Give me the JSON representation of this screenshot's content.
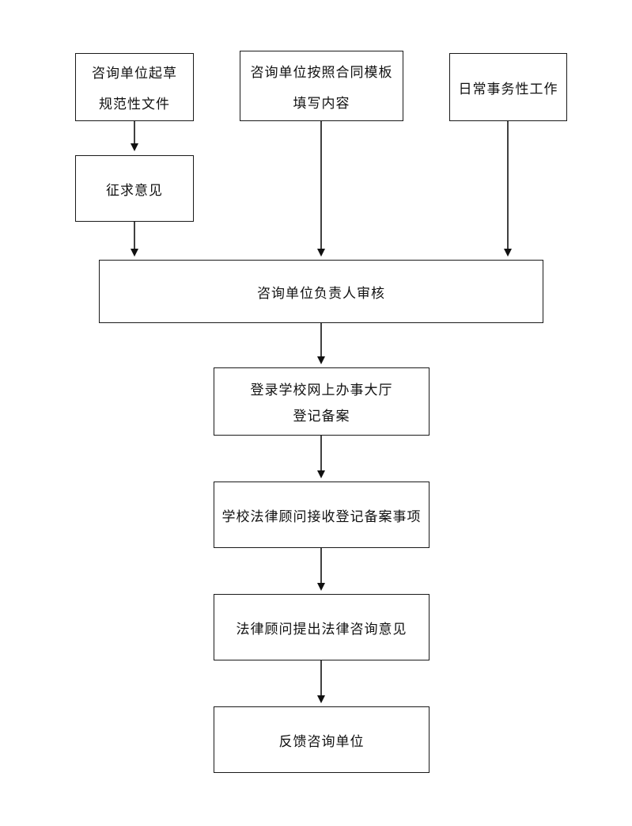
{
  "nodes": {
    "draft_docs": [
      "咨询单位起草",
      "规范性文件"
    ],
    "fill_template": [
      "咨询单位按照合同模板",
      "填写内容"
    ],
    "daily_work": [
      "日常事务性工作"
    ],
    "solicit_opinions": [
      "征求意见"
    ],
    "head_review": [
      "咨询单位负责人审核"
    ],
    "register_online": [
      "登录学校网上办事大厅",
      "登记备案"
    ],
    "counsel_receive": [
      "学校法律顾问接收登记备案事项"
    ],
    "counsel_opinion": [
      "法律顾问提出法律咨询意见"
    ],
    "feedback": [
      "反馈咨询单位"
    ]
  }
}
